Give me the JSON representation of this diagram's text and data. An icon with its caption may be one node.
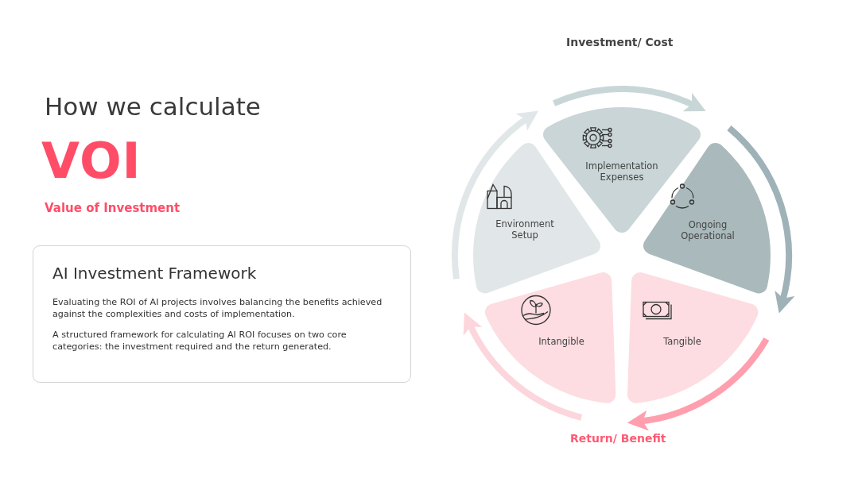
{
  "diagram": {
    "nodes": [
      {
        "text": [
          "AI Investment Framework",
          "Evaluating the ROI of AI projects involves balancing the benefits achieved against the complexities and costs of implementation.",
          "A structured framework for calculating AI ROI focuses on two core categories: the investment required and the return generated."
        ]
      },
      {
        "text": [
          "Implementation Expenses"
        ]
      },
      {
        "text": [
          "Environment Setup"
        ]
      },
      {
        "text": [
          "Ongoing Operational"
        ]
      },
      {
        "text": [
          "Intangible"
        ]
      },
      {
        "text": [
          "Tangible"
        ]
      }
    ],
    "labels": [
      "How we calculate",
      "VOI",
      "Value of Investment",
      "Investment/ Cost",
      "Return/ Benefit"
    ]
  }
}
